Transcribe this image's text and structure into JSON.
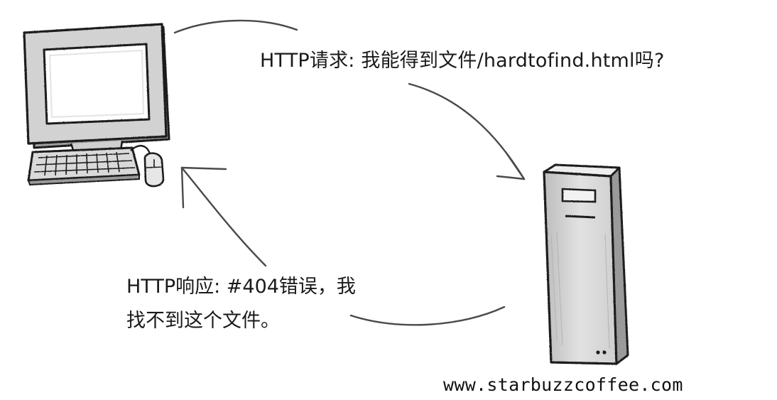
{
  "diagram": {
    "request_text": "HTTP请求: 我能得到文件/hardtofind.html吗?",
    "response_line_1": "HTTP响应: #404错误，我",
    "response_line_2": "找不到这个文件。",
    "server_domain": "www.starbuzzcoffee.com"
  },
  "colors": {
    "ink": "#1a1a1a",
    "arrow": "#4a4a4a",
    "monitor_screen": "#ffffff",
    "monitor_body": "#cfcfcf",
    "tower_body": "#d6d6d6"
  },
  "icons": {
    "client": "desktop-computer-icon",
    "server": "server-tower-icon"
  }
}
